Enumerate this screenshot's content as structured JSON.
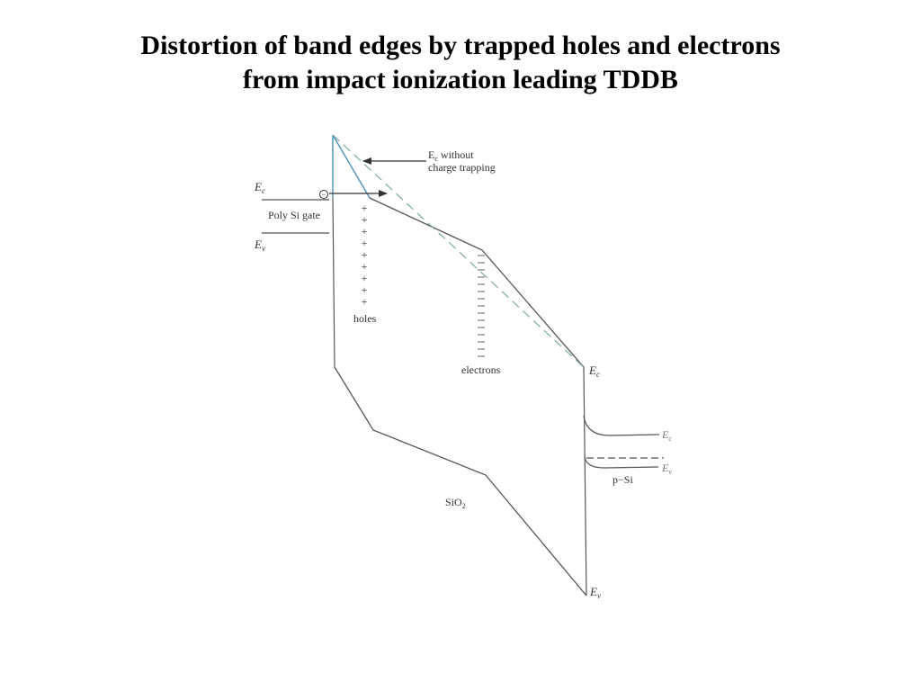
{
  "title": {
    "line1": "Distortion of band edges by trapped holes and electrons",
    "line2": "from impact ionization leading TDDB"
  },
  "labels": {
    "ec_without_line1_main": "E",
    "ec_without_line1_sub": "c",
    "ec_without_line1_rest": " without",
    "ec_without_line2": "charge trapping",
    "gate_ec_main": "E",
    "gate_ec_sub": "c",
    "gate_ev_main": "E",
    "gate_ev_sub": "v",
    "poly_si_gate": "Poly Si gate",
    "holes": "holes",
    "electrons": "electrons",
    "oxide_ec_main": "E",
    "oxide_ec_sub": "c",
    "oxide_ev_main": "E",
    "oxide_ev_sub": "v",
    "si_ec_main": "E",
    "si_ec_sub": "c",
    "si_ev_main": "E",
    "si_ev_sub": "v",
    "p_si": "p−Si",
    "sio2_main": "SiO",
    "sio2_sub": "2",
    "plus_sign": "+",
    "minus_sign": "−"
  },
  "colors": {
    "band_line": "#555555",
    "highlight": "#4a8fbf",
    "dashed": "#7fa7a7",
    "text": "#333333"
  }
}
